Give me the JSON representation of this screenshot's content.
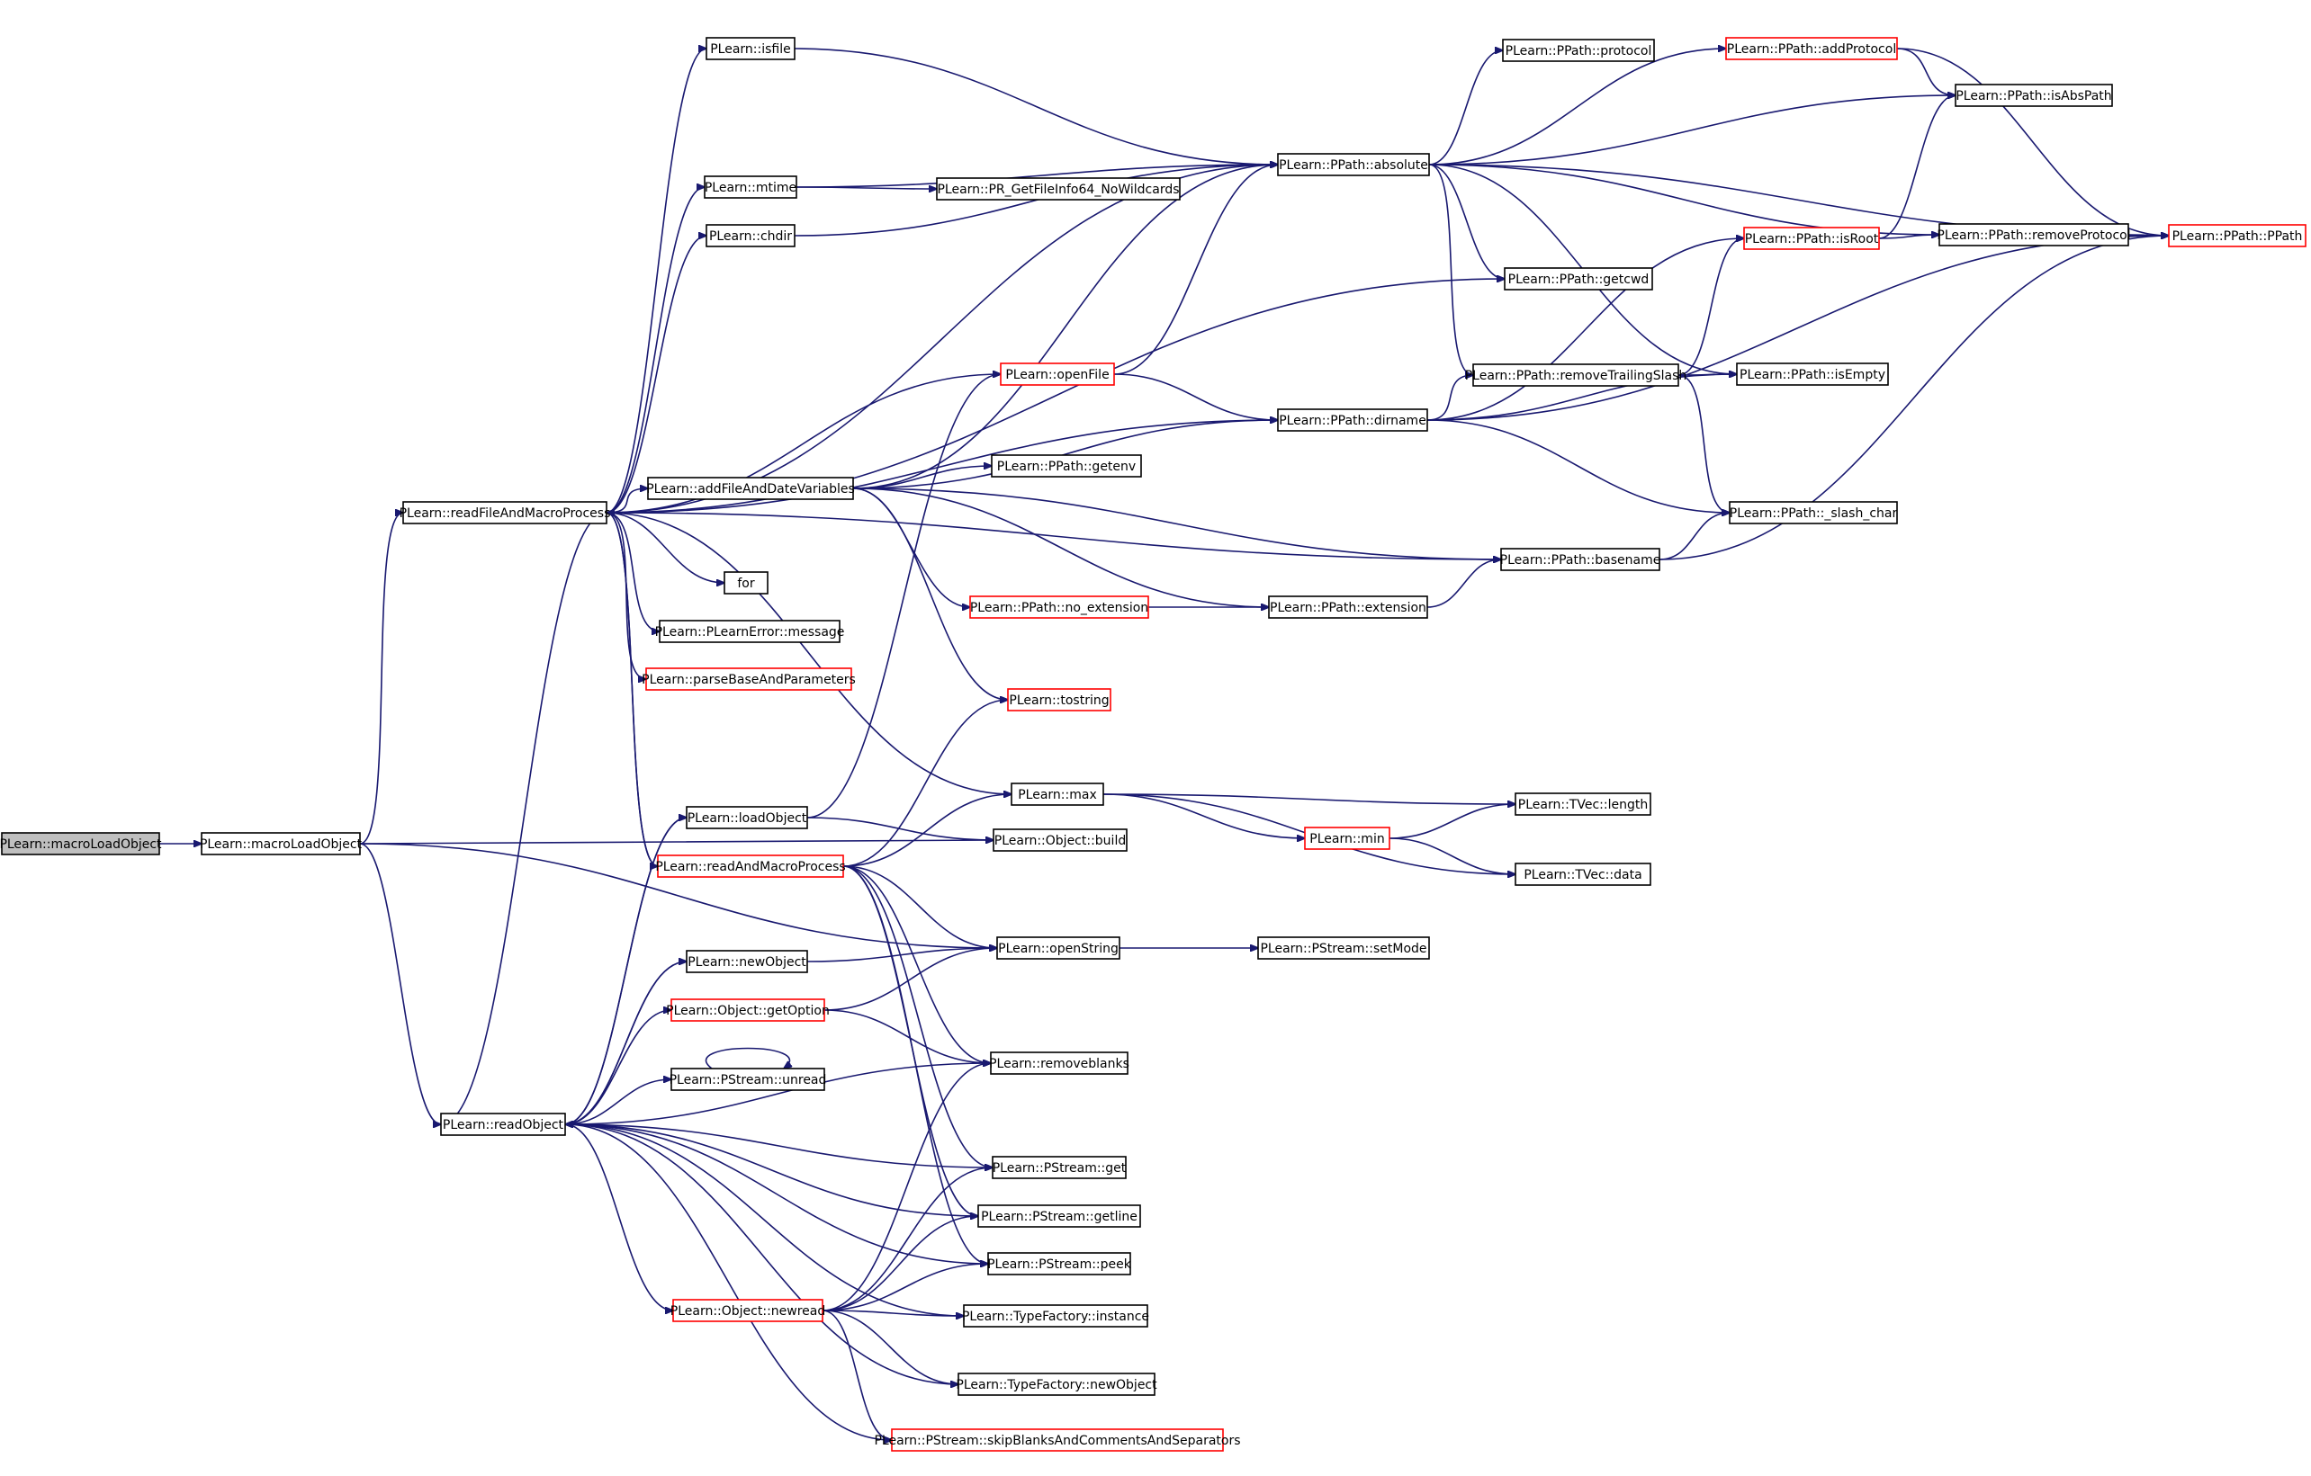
{
  "colors": {
    "edge": "#191970",
    "border_default": "#000000",
    "border_truncated": "#ff0000",
    "fill_current": "#bfbfbf",
    "fill_default": "#ffffff"
  },
  "nodes": [
    {
      "id": "macroLoadObject_root",
      "label": "PLearn::macroLoadObject",
      "style": "current"
    },
    {
      "id": "macroLoadObject",
      "label": "PLearn::macroLoadObject",
      "style": "normal"
    },
    {
      "id": "readFileAndMacroProcess",
      "label": "PLearn::readFileAndMacroProcess",
      "style": "normal"
    },
    {
      "id": "readObject",
      "label": "PLearn::readObject",
      "style": "normal"
    },
    {
      "id": "isfile",
      "label": "PLearn::isfile",
      "style": "normal"
    },
    {
      "id": "mtime",
      "label": "PLearn::mtime",
      "style": "normal"
    },
    {
      "id": "chdir",
      "label": "PLearn::chdir",
      "style": "normal"
    },
    {
      "id": "addFileAndDateVariables",
      "label": "PLearn::addFileAndDateVariables",
      "style": "normal"
    },
    {
      "id": "for",
      "label": "for",
      "style": "normal"
    },
    {
      "id": "PLearnError_message",
      "label": "PLearn::PLearnError::message",
      "style": "normal"
    },
    {
      "id": "parseBaseAndParameters",
      "label": "PLearn::parseBaseAndParameters",
      "style": "truncated"
    },
    {
      "id": "loadObject",
      "label": "PLearn::loadObject",
      "style": "normal"
    },
    {
      "id": "readAndMacroProcess",
      "label": "PLearn::readAndMacroProcess",
      "style": "truncated"
    },
    {
      "id": "newObject",
      "label": "PLearn::newObject",
      "style": "normal"
    },
    {
      "id": "Object_getOption",
      "label": "PLearn::Object::getOption",
      "style": "truncated"
    },
    {
      "id": "PStream_unread",
      "label": "PLearn::PStream::unread",
      "style": "normal"
    },
    {
      "id": "Object_newread",
      "label": "PLearn::Object::newread",
      "style": "truncated"
    },
    {
      "id": "PR_GetFileInfo64",
      "label": "PLearn::PR_GetFileInfo64_NoWildcards",
      "style": "normal"
    },
    {
      "id": "openFile",
      "label": "PLearn::openFile",
      "style": "truncated"
    },
    {
      "id": "PPath_getenv",
      "label": "PLearn::PPath::getenv",
      "style": "normal"
    },
    {
      "id": "PPath_no_extension",
      "label": "PLearn::PPath::no_extension",
      "style": "truncated"
    },
    {
      "id": "tostring",
      "label": "PLearn::tostring",
      "style": "truncated"
    },
    {
      "id": "max",
      "label": "PLearn::max",
      "style": "normal"
    },
    {
      "id": "Object_build",
      "label": "PLearn::Object::build",
      "style": "normal"
    },
    {
      "id": "openString",
      "label": "PLearn::openString",
      "style": "normal"
    },
    {
      "id": "removeblanks",
      "label": "PLearn::removeblanks",
      "style": "normal"
    },
    {
      "id": "PStream_get",
      "label": "PLearn::PStream::get",
      "style": "normal"
    },
    {
      "id": "PStream_getline",
      "label": "PLearn::PStream::getline",
      "style": "normal"
    },
    {
      "id": "PStream_peek",
      "label": "PLearn::PStream::peek",
      "style": "normal"
    },
    {
      "id": "TypeFactory_instance",
      "label": "PLearn::TypeFactory::instance",
      "style": "normal"
    },
    {
      "id": "TypeFactory_newObject",
      "label": "PLearn::TypeFactory::newObject",
      "style": "normal"
    },
    {
      "id": "skipBlanks",
      "label": "PLearn::PStream::skipBlanksAndCommentsAndSeparators",
      "style": "truncated"
    },
    {
      "id": "PPath_absolute",
      "label": "PLearn::PPath::absolute",
      "style": "normal"
    },
    {
      "id": "PPath_dirname",
      "label": "PLearn::PPath::dirname",
      "style": "normal"
    },
    {
      "id": "PPath_extension",
      "label": "PLearn::PPath::extension",
      "style": "normal"
    },
    {
      "id": "min",
      "label": "PLearn::min",
      "style": "truncated"
    },
    {
      "id": "PStream_setMode",
      "label": "PLearn::PStream::setMode",
      "style": "normal"
    },
    {
      "id": "PPath_protocol",
      "label": "PLearn::PPath::protocol",
      "style": "normal"
    },
    {
      "id": "PPath_getcwd",
      "label": "PLearn::PPath::getcwd",
      "style": "normal"
    },
    {
      "id": "removeTrailingSlash",
      "label": "PLearn::PPath::removeTrailingSlash",
      "style": "normal"
    },
    {
      "id": "PPath_basename",
      "label": "PLearn::PPath::basename",
      "style": "normal"
    },
    {
      "id": "TVec_length",
      "label": "PLearn::TVec::length",
      "style": "normal"
    },
    {
      "id": "TVec_data",
      "label": "PLearn::TVec::data",
      "style": "normal"
    },
    {
      "id": "PPath_addProtocol",
      "label": "PLearn::PPath::addProtocol",
      "style": "truncated"
    },
    {
      "id": "PPath_removeProtocol",
      "label": "PLearn::PPath::removeProtocol",
      "style": "normal"
    },
    {
      "id": "PPath_isRoot",
      "label": "PLearn::PPath::isRoot",
      "style": "truncated"
    },
    {
      "id": "PPath_isEmpty",
      "label": "PLearn::PPath::isEmpty",
      "style": "normal"
    },
    {
      "id": "PPath_slash_char",
      "label": "PLearn::PPath::_slash_char",
      "style": "normal"
    },
    {
      "id": "PPath_isAbsPath",
      "label": "PLearn::PPath::isAbsPath",
      "style": "normal"
    },
    {
      "id": "PPath_PPath",
      "label": "PLearn::PPath::PPath",
      "style": "truncated"
    }
  ],
  "edges": [
    [
      "macroLoadObject_root",
      "macroLoadObject"
    ],
    [
      "macroLoadObject",
      "readFileAndMacroProcess"
    ],
    [
      "macroLoadObject",
      "readObject"
    ],
    [
      "macroLoadObject",
      "Object_build"
    ],
    [
      "macroLoadObject",
      "openString"
    ],
    [
      "readFileAndMacroProcess",
      "isfile"
    ],
    [
      "readFileAndMacroProcess",
      "PPath_absolute"
    ],
    [
      "readFileAndMacroProcess",
      "mtime"
    ],
    [
      "readFileAndMacroProcess",
      "chdir"
    ],
    [
      "readFileAndMacroProcess",
      "PPath_getcwd"
    ],
    [
      "readFileAndMacroProcess",
      "openFile"
    ],
    [
      "readFileAndMacroProcess",
      "PPath_dirname"
    ],
    [
      "readFileAndMacroProcess",
      "addFileAndDateVariables"
    ],
    [
      "readFileAndMacroProcess",
      "for"
    ],
    [
      "readFileAndMacroProcess",
      "PLearnError_message"
    ],
    [
      "readFileAndMacroProcess",
      "parseBaseAndParameters"
    ],
    [
      "readFileAndMacroProcess",
      "readAndMacroProcess"
    ],
    [
      "readFileAndMacroProcess",
      "max"
    ],
    [
      "readFileAndMacroProcess",
      "PPath_basename"
    ],
    [
      "isfile",
      "PPath_absolute"
    ],
    [
      "mtime",
      "PPath_absolute"
    ],
    [
      "mtime",
      "PR_GetFileInfo64"
    ],
    [
      "chdir",
      "PPath_absolute"
    ],
    [
      "addFileAndDateVariables",
      "PPath_absolute"
    ],
    [
      "addFileAndDateVariables",
      "PPath_getenv"
    ],
    [
      "addFileAndDateVariables",
      "PPath_dirname"
    ],
    [
      "addFileAndDateVariables",
      "PPath_basename"
    ],
    [
      "addFileAndDateVariables",
      "PPath_no_extension"
    ],
    [
      "addFileAndDateVariables",
      "PPath_extension"
    ],
    [
      "addFileAndDateVariables",
      "tostring"
    ],
    [
      "openFile",
      "PPath_absolute"
    ],
    [
      "openFile",
      "PPath_dirname"
    ],
    [
      "PPath_no_extension",
      "PPath_extension"
    ],
    [
      "PPath_extension",
      "PPath_basename"
    ],
    [
      "PPath_absolute",
      "PPath_protocol"
    ],
    [
      "PPath_absolute",
      "PPath_addProtocol"
    ],
    [
      "PPath_absolute",
      "PPath_isAbsPath"
    ],
    [
      "PPath_absolute",
      "PPath_PPath"
    ],
    [
      "PPath_absolute",
      "PPath_removeProtocol"
    ],
    [
      "PPath_absolute",
      "PPath_getcwd"
    ],
    [
      "PPath_absolute",
      "removeTrailingSlash"
    ],
    [
      "PPath_absolute",
      "PPath_isEmpty"
    ],
    [
      "PPath_addProtocol",
      "PPath_isAbsPath"
    ],
    [
      "PPath_addProtocol",
      "PPath_PPath"
    ],
    [
      "PPath_removeProtocol",
      "PPath_PPath"
    ],
    [
      "PPath_isRoot",
      "PPath_isAbsPath"
    ],
    [
      "PPath_isRoot",
      "PPath_removeProtocol"
    ],
    [
      "removeTrailingSlash",
      "PPath_isRoot"
    ],
    [
      "removeTrailingSlash",
      "PPath_isEmpty"
    ],
    [
      "removeTrailingSlash",
      "PPath_slash_char"
    ],
    [
      "PPath_dirname",
      "PPath_isRoot"
    ],
    [
      "PPath_dirname",
      "removeTrailingSlash"
    ],
    [
      "PPath_dirname",
      "PPath_isEmpty"
    ],
    [
      "PPath_dirname",
      "PPath_PPath"
    ],
    [
      "PPath_dirname",
      "PPath_slash_char"
    ],
    [
      "PPath_basename",
      "PPath_slash_char"
    ],
    [
      "PPath_basename",
      "PPath_PPath"
    ],
    [
      "readObject",
      "loadObject"
    ],
    [
      "readObject",
      "readFileAndMacroProcess"
    ],
    [
      "readObject",
      "newObject"
    ],
    [
      "readObject",
      "Object_getOption"
    ],
    [
      "readObject",
      "PStream_unread"
    ],
    [
      "readObject",
      "removeblanks"
    ],
    [
      "readObject",
      "PStream_get"
    ],
    [
      "readObject",
      "PStream_getline"
    ],
    [
      "readObject",
      "PStream_peek"
    ],
    [
      "readObject",
      "Object_newread"
    ],
    [
      "readObject",
      "TypeFactory_instance"
    ],
    [
      "readObject",
      "TypeFactory_newObject"
    ],
    [
      "readObject",
      "skipBlanks"
    ],
    [
      "loadObject",
      "openFile"
    ],
    [
      "loadObject",
      "readObject"
    ],
    [
      "loadObject",
      "Object_build"
    ],
    [
      "readAndMacroProcess",
      "readFileAndMacroProcess"
    ],
    [
      "readAndMacroProcess",
      "tostring"
    ],
    [
      "readAndMacroProcess",
      "max"
    ],
    [
      "readAndMacroProcess",
      "openString"
    ],
    [
      "readAndMacroProcess",
      "removeblanks"
    ],
    [
      "readAndMacroProcess",
      "PStream_get"
    ],
    [
      "readAndMacroProcess",
      "PStream_getline"
    ],
    [
      "readAndMacroProcess",
      "PStream_peek"
    ],
    [
      "newObject",
      "openString"
    ],
    [
      "newObject",
      "readObject"
    ],
    [
      "Object_getOption",
      "openString"
    ],
    [
      "Object_getOption",
      "removeblanks"
    ],
    [
      "PStream_unread",
      "PStream_unread"
    ],
    [
      "Object_newread",
      "removeblanks"
    ],
    [
      "Object_newread",
      "PStream_get"
    ],
    [
      "Object_newread",
      "PStream_getline"
    ],
    [
      "Object_newread",
      "PStream_peek"
    ],
    [
      "Object_newread",
      "TypeFactory_instance"
    ],
    [
      "Object_newread",
      "TypeFactory_newObject"
    ],
    [
      "Object_newread",
      "skipBlanks"
    ],
    [
      "max",
      "TVec_length"
    ],
    [
      "max",
      "min"
    ],
    [
      "max",
      "TVec_data"
    ],
    [
      "min",
      "TVec_length"
    ],
    [
      "min",
      "TVec_data"
    ],
    [
      "openString",
      "PStream_setMode"
    ]
  ]
}
